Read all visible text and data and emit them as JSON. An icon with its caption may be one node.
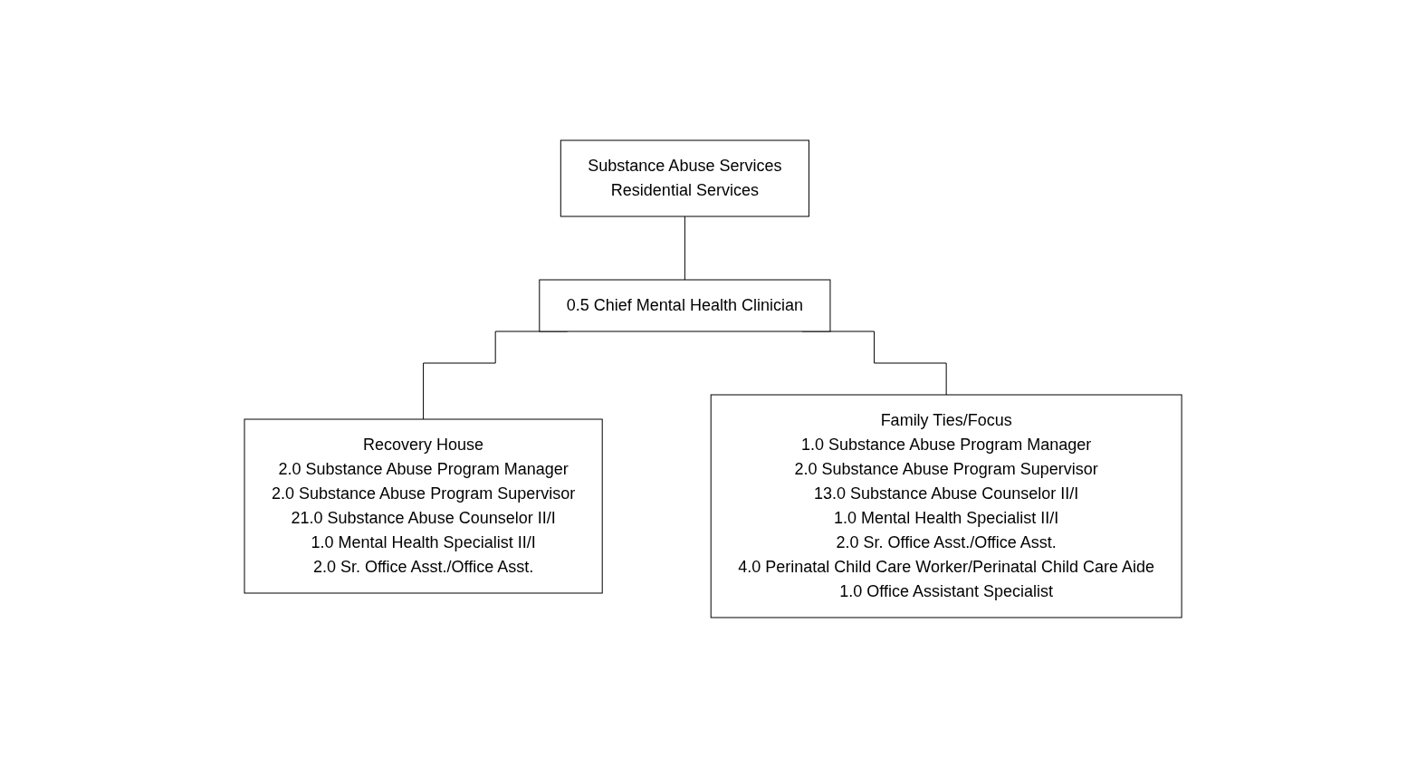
{
  "diagram": {
    "nodes": [
      {
        "text": [
          "Substance Abuse Services",
          "Residential Services"
        ]
      },
      {
        "text": [
          "0.5 Chief Mental Health Clinician"
        ]
      },
      {
        "text": [
          "Recovery House",
          "2.0 Substance Abuse Program Manager",
          "2.0 Substance Abuse Program Supervisor",
          "21.0 Substance Abuse Counselor II/I",
          "1.0 Mental Health Specialist II/I",
          "2.0 Sr. Office Asst./Office Asst."
        ]
      },
      {
        "text": [
          "Family Ties/Focus",
          "1.0 Substance Abuse Program Manager",
          "2.0 Substance Abuse Program Supervisor",
          "13.0 Substance Abuse Counselor II/I",
          "1.0 Mental Health Specialist II/I",
          "2.0 Sr. Office Asst./Office Asst.",
          "4.0 Perinatal Child Care Worker/Perinatal Child Care Aide",
          "1.0 Office Assistant Specialist"
        ]
      }
    ],
    "edges": [
      {
        "from": 0,
        "to": 1,
        "arrow": "none"
      },
      {
        "from": 1,
        "to": 2,
        "arrow": "none"
      },
      {
        "from": 1,
        "to": 3,
        "arrow": "none"
      }
    ]
  }
}
